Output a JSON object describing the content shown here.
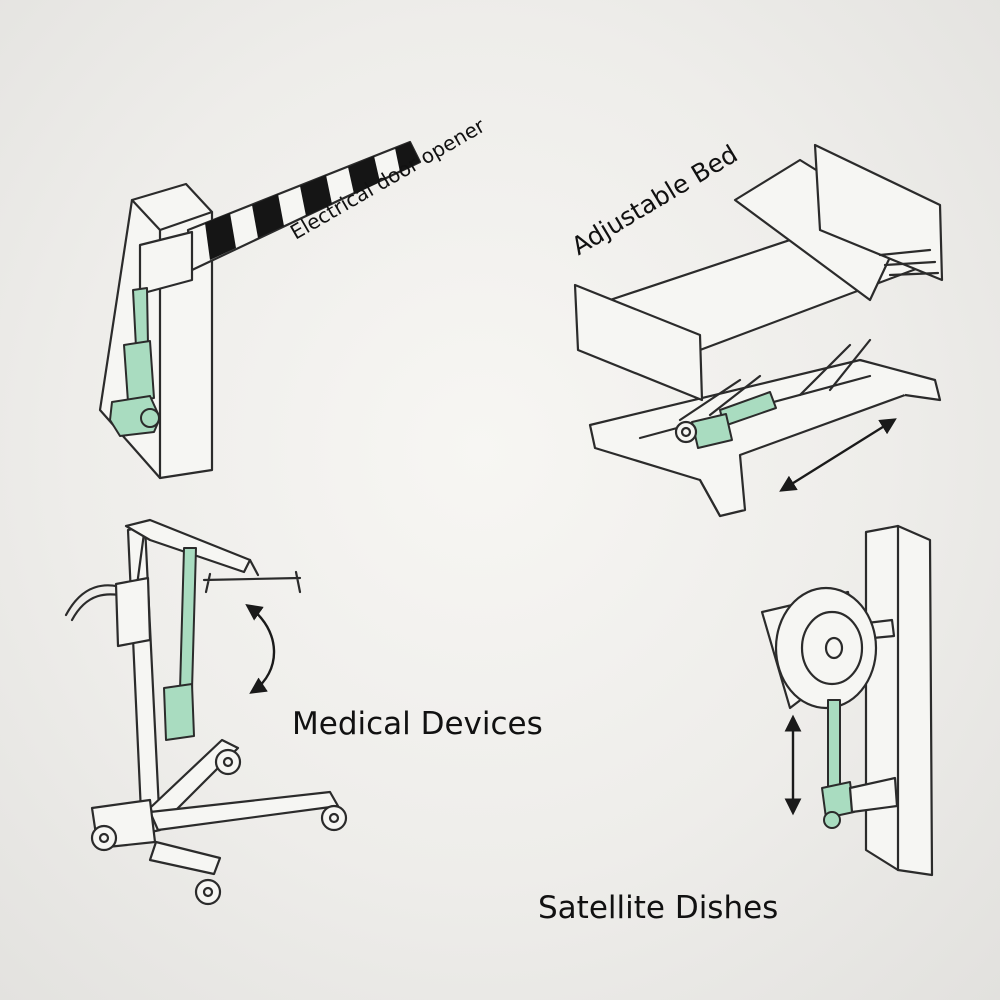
{
  "labels": {
    "door_opener": "Electrical door opener",
    "bed": "Adjustable Bed",
    "medical": "Medical Devices",
    "satellite": "Satellite Dishes"
  },
  "colors": {
    "actuator": "#a9dcc0",
    "line": "#2b2b2b",
    "background": "#eeedea"
  }
}
